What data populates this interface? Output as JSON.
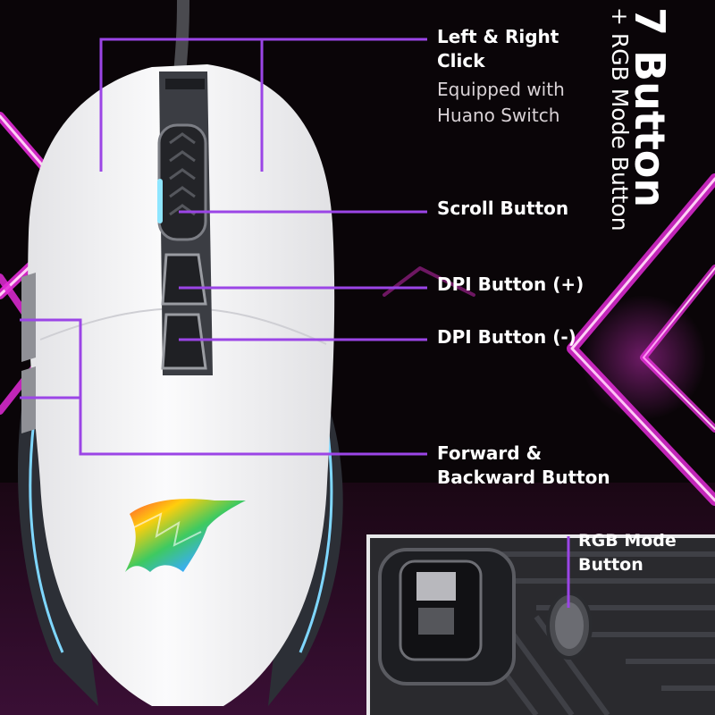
{
  "title": {
    "main": "7 Button",
    "sub": "+ RGB Mode Button"
  },
  "callouts": {
    "left_right_click": "Left & Right Click",
    "left_right_click_line1": "Left & Right",
    "left_right_click_line2": "Click",
    "huano_line1": "Equipped with",
    "huano_line2": "Huano Switch",
    "scroll": "Scroll Button",
    "dpi_plus": "DPI Button (+)",
    "dpi_minus": "DPI Button (-)",
    "fwd_line1": "Forward &",
    "fwd_line2": "Backward Button",
    "rgb_line1": "RGB Mode",
    "rgb_line2": "Button"
  },
  "colors": {
    "accent": "#9b45e6",
    "neon_pink": "#e22bd7",
    "background": "#0a0508",
    "mouse_body": "#f1f1f3"
  }
}
